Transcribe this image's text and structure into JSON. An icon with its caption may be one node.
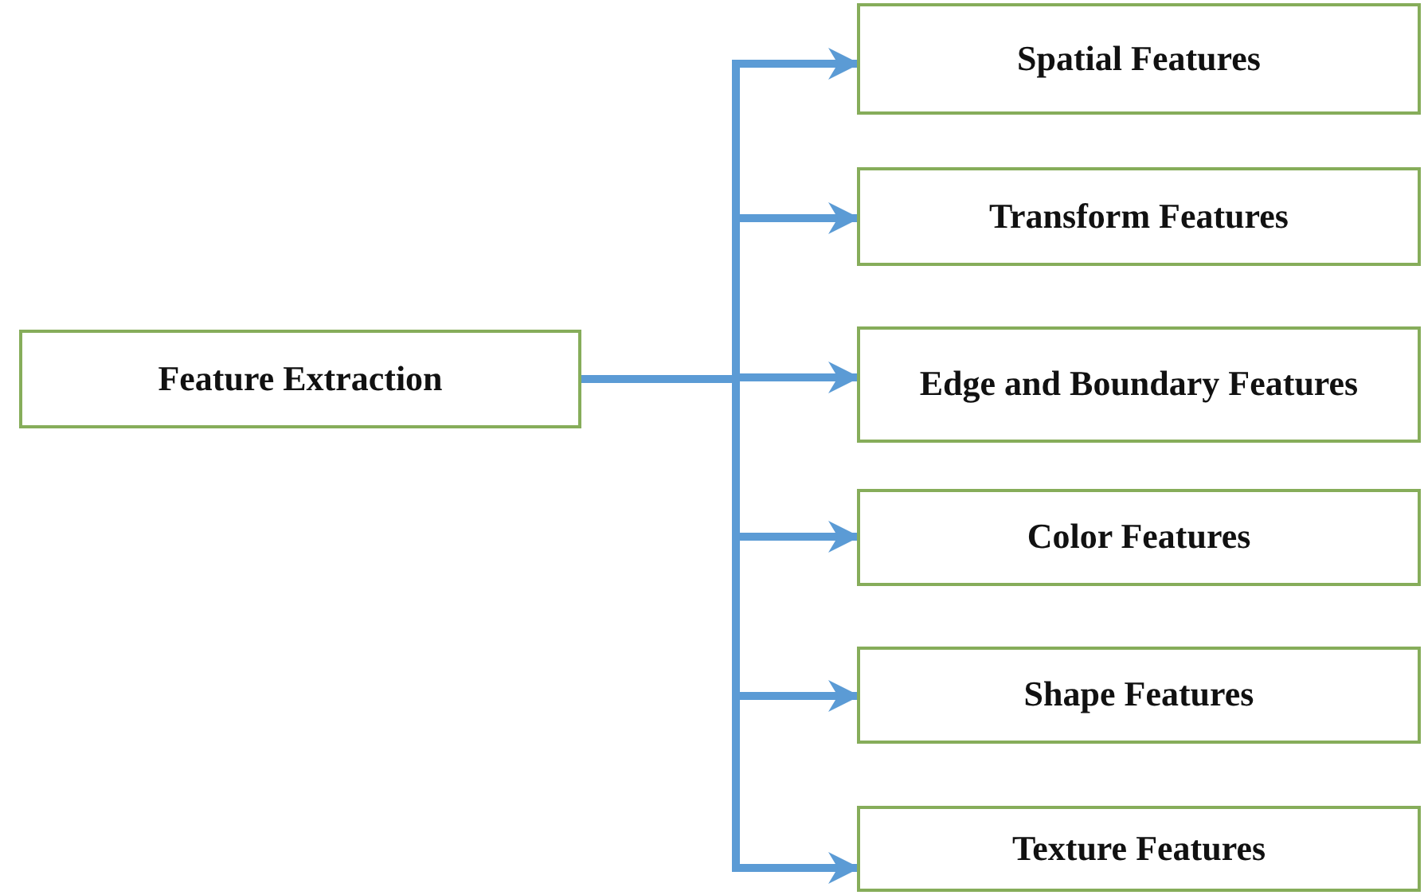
{
  "diagram": {
    "nodes": [
      {
        "text": [
          "Feature Extraction"
        ]
      },
      {
        "text": [
          "Spatial Features"
        ]
      },
      {
        "text": [
          "Transform Features"
        ]
      },
      {
        "text": [
          "Edge and Boundary Features"
        ]
      },
      {
        "text": [
          "Color Features"
        ]
      },
      {
        "text": [
          "Shape Features"
        ]
      },
      {
        "text": [
          "Texture Features"
        ]
      }
    ],
    "edges": [
      {
        "from": 0,
        "to": 1,
        "arrow": "to"
      },
      {
        "from": 0,
        "to": 2,
        "arrow": "to"
      },
      {
        "from": 0,
        "to": 3,
        "arrow": "to"
      },
      {
        "from": 0,
        "to": 4,
        "arrow": "to"
      },
      {
        "from": 0,
        "to": 5,
        "arrow": "to"
      },
      {
        "from": 0,
        "to": 6,
        "arrow": "to"
      }
    ]
  }
}
